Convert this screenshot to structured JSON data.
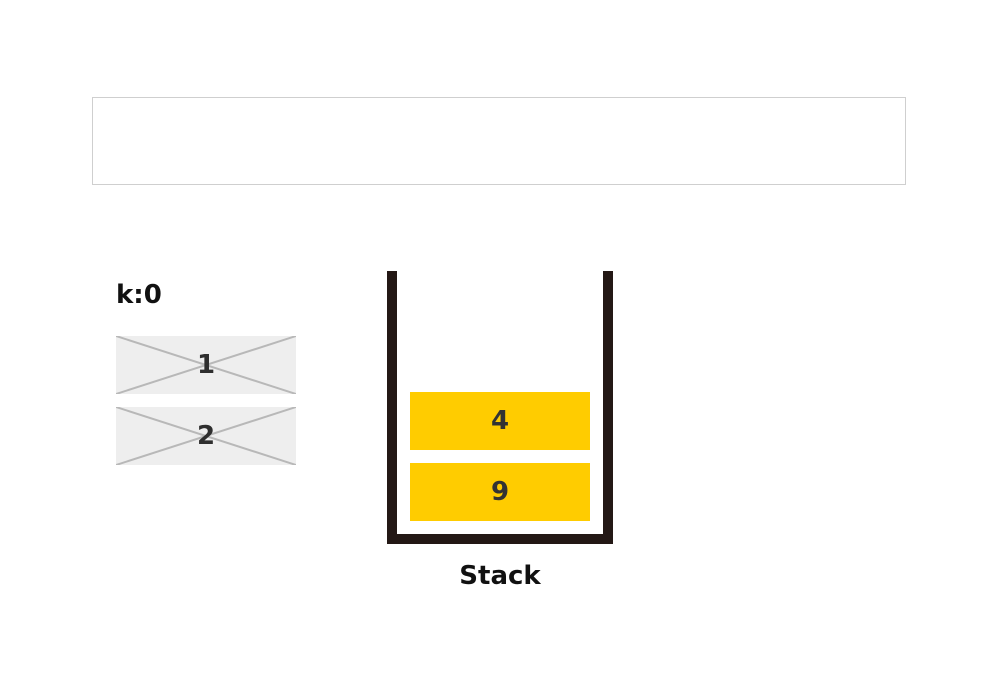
{
  "counter": {
    "label": "k:0"
  },
  "removed_items": [
    {
      "value": "1"
    },
    {
      "value": "2"
    }
  ],
  "stack": {
    "label": "Stack",
    "items_top_to_bottom": [
      {
        "value": "4"
      },
      {
        "value": "9"
      }
    ]
  },
  "colors": {
    "stack_item": "#ffcc00",
    "stack_wall": "#231815",
    "removed_item_bg": "#eeeeee",
    "cross_lines": "#b8b8b8",
    "panel_border": "#cfcfcf"
  }
}
